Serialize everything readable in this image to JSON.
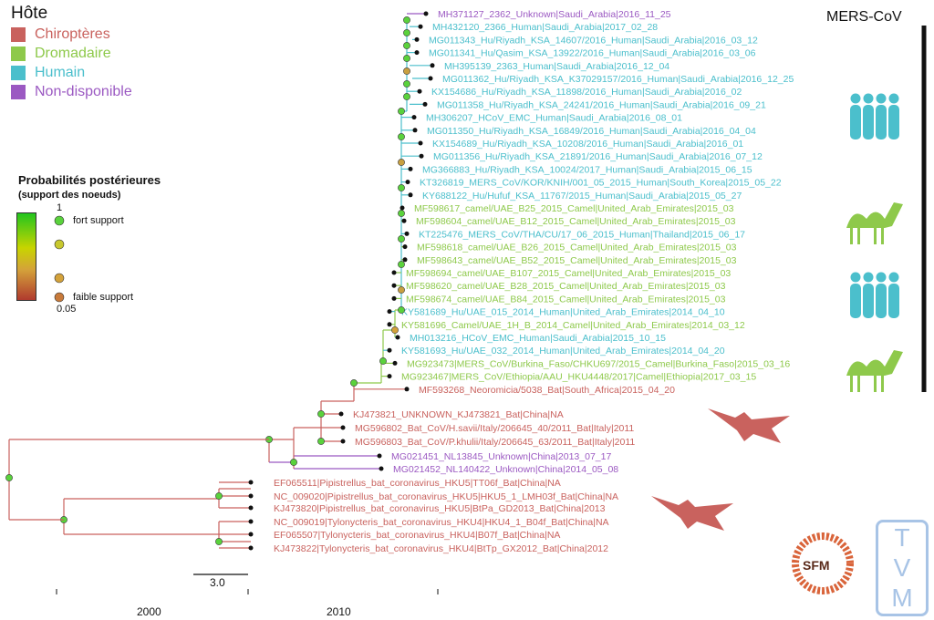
{
  "legend": {
    "title": "Hôte",
    "items": [
      {
        "label": "Chiroptères",
        "color": "#c9625e"
      },
      {
        "label": "Dromadaire",
        "color": "#8ec94b"
      },
      {
        "label": "Humain",
        "color": "#4bbfcc"
      },
      {
        "label": "Non-disponible",
        "color": "#9b59c2"
      }
    ]
  },
  "prob": {
    "title": "Probabilités postérieures",
    "subtitle": "(support des noeuds)",
    "top": "1",
    "bottom": "0.05",
    "high_label": "fort support",
    "low_label": "faible support"
  },
  "clade_label": "MERS-CoV",
  "scale_label": "3.0",
  "axis_labels": [
    "2000",
    "2010"
  ],
  "logos": {
    "sfm": "SFM",
    "tvm": [
      "T",
      "V",
      "M"
    ]
  },
  "tips": [
    {
      "label": "MH371127_2362_Unknown|Saudi_Arabia|2016_11_25",
      "host": "na"
    },
    {
      "label": "MH432120_2366_Human|Saudi_Arabia|2017_02_28",
      "host": "human"
    },
    {
      "label": "MG011343_Hu/Riyadh_KSA_14607/2016_Human|Saudi_Arabia|2016_03_12",
      "host": "human"
    },
    {
      "label": "MG011341_Hu/Qasim_KSA_13922/2016_Human|Saudi_Arabia|2016_03_06",
      "host": "human"
    },
    {
      "label": "MH395139_2363_Human|Saudi_Arabia|2016_12_04",
      "host": "human"
    },
    {
      "label": "MG011362_Hu/Riyadh_KSA_K37029157/2016_Human|Saudi_Arabia|2016_12_25",
      "host": "human"
    },
    {
      "label": "KX154686_Hu/Riyadh_KSA_11898/2016_Human|Saudi_Arabia|2016_02",
      "host": "human"
    },
    {
      "label": "MG011358_Hu/Riyadh_KSA_24241/2016_Human|Saudi_Arabia|2016_09_21",
      "host": "human"
    },
    {
      "label": "MH306207_HCoV_EMC_Human|Saudi_Arabia|2016_08_01",
      "host": "human"
    },
    {
      "label": "MG011350_Hu/Riyadh_KSA_16849/2016_Human|Saudi_Arabia|2016_04_04",
      "host": "human"
    },
    {
      "label": "KX154689_Hu/Riyadh_KSA_10208/2016_Human|Saudi_Arabia|2016_01",
      "host": "human"
    },
    {
      "label": "MG011356_Hu/Riyadh_KSA_21891/2016_Human|Saudi_Arabia|2016_07_12",
      "host": "human"
    },
    {
      "label": "MG366883_Hu/Riyadh_KSA_10024/2017_Human|Saudi_Arabia|2015_06_15",
      "host": "human"
    },
    {
      "label": "KT326819_MERS_CoV/KOR/KNIH/001_05_2015_Human|South_Korea|2015_05_22",
      "host": "human"
    },
    {
      "label": "KY688122_Hu/Hufuf_KSA_11767/2015_Human|Saudi_Arabia|2015_05_27",
      "host": "human"
    },
    {
      "label": "MF598617_camel/UAE_B25_2015_Camel|United_Arab_Emirates|2015_03",
      "host": "camel"
    },
    {
      "label": "MF598604_camel/UAE_B12_2015_Camel|United_Arab_Emirates|2015_03",
      "host": "camel"
    },
    {
      "label": "KT225476_MERS_CoV/THA/CU/17_06_2015_Human|Thailand|2015_06_17",
      "host": "human"
    },
    {
      "label": "MF598618_camel/UAE_B26_2015_Camel|United_Arab_Emirates|2015_03",
      "host": "camel"
    },
    {
      "label": "MF598643_camel/UAE_B52_2015_Camel|United_Arab_Emirates|2015_03",
      "host": "camel"
    },
    {
      "label": "MF598694_camel/UAE_B107_2015_Camel|United_Arab_Emirates|2015_03",
      "host": "camel"
    },
    {
      "label": "MF598620_camel/UAE_B28_2015_Camel|United_Arab_Emirates|2015_03",
      "host": "camel"
    },
    {
      "label": "MF598674_camel/UAE_B84_2015_Camel|United_Arab_Emirates|2015_03",
      "host": "camel"
    },
    {
      "label": "KY581689_Hu/UAE_015_2014_Human|United_Arab_Emirates|2014_04_10",
      "host": "human"
    },
    {
      "label": "KY581696_Camel/UAE_1H_B_2014_Camel|United_Arab_Emirates|2014_03_12",
      "host": "camel"
    },
    {
      "label": "MH013216_HCoV_EMC_Human|Saudi_Arabia|2015_10_15",
      "host": "human"
    },
    {
      "label": "KY581693_Hu/UAE_032_2014_Human|United_Arab_Emirates|2014_04_20",
      "host": "human"
    },
    {
      "label": "MG923473|MERS_CoV/Burkina_Faso/CHKU697/2015_Camel|Burkina_Faso|2015_03_16",
      "host": "camel"
    },
    {
      "label": "MG923467|MERS_CoV/Ethiopia/AAU_HKU4448/2017|Camel|Ethiopia|2017_03_15",
      "host": "camel"
    },
    {
      "label": "MF593268_Neoromicia/5038_Bat|South_Africa|2015_04_20",
      "host": "bat"
    },
    {
      "label": "KJ473821_UNKNOWN_KJ473821_Bat|China|NA",
      "host": "bat"
    },
    {
      "label": "MG596802_Bat_CoV/H.savii/Italy/206645_40/2011_Bat|Italy|2011",
      "host": "bat"
    },
    {
      "label": "MG596803_Bat_CoV/P.khulii/Italy/206645_63/2011_Bat|Italy|2011",
      "host": "bat"
    },
    {
      "label": "MG021451_NL13845_Unknown|China|2013_07_17",
      "host": "na"
    },
    {
      "label": "MG021452_NL140422_Unknown|China|2014_05_08",
      "host": "na"
    },
    {
      "label": "EF065511|Pipistrellus_bat_coronavirus_HKU5|TT06f_Bat|China|NA",
      "host": "bat"
    },
    {
      "label": "NC_009020|Pipistrellus_bat_coronavirus_HKU5|HKU5_1_LMH03f_Bat|China|NA",
      "host": "bat"
    },
    {
      "label": "KJ473820|Pipistrellus_bat_coronavirus_HKU5|BtPa_GD2013_Bat|China|2013",
      "host": "bat"
    },
    {
      "label": "NC_009019|Tylonycteris_bat_coronavirus_HKU4|HKU4_1_B04f_Bat|China|NA",
      "host": "bat"
    },
    {
      "label": "EF065507|Tylonycteris_bat_coronavirus_HKU4|B07f_Bat|China|NA",
      "host": "bat"
    },
    {
      "label": "KJ473822|Tylonycteris_bat_coronavirus_HKU4|BtTp_GX2012_Bat|China|2012",
      "host": "bat"
    }
  ],
  "host_colors": {
    "bat": "#c9625e",
    "camel": "#8ec94b",
    "human": "#4bbfcc",
    "na": "#9b59c2"
  },
  "icons": [
    "people-icon",
    "camel-icon",
    "people-icon",
    "camel-icon",
    "bat-icon",
    "bat-icon"
  ]
}
